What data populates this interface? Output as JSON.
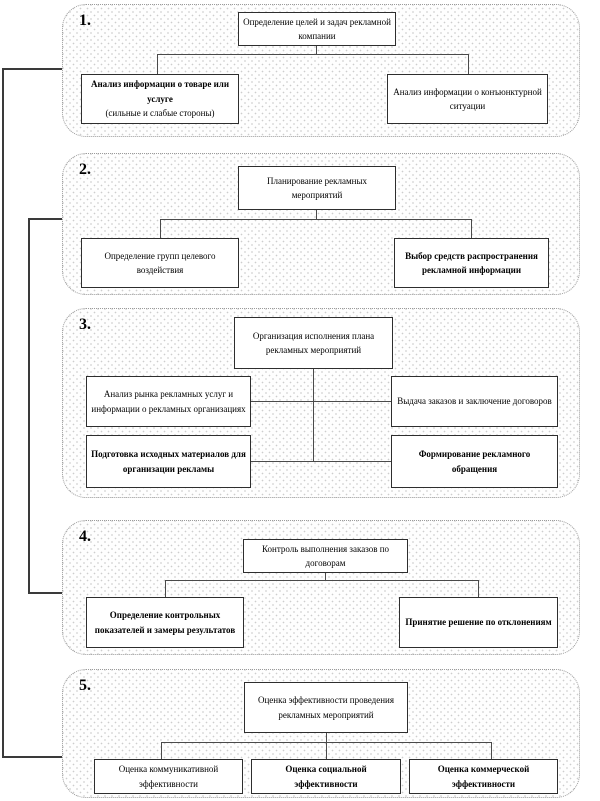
{
  "title": "Этапы рекламной кампании (блок-схема)",
  "colors": {
    "line": "#3a3a3a",
    "connector": "#4a4a4a",
    "box_border": "#2e2e2e",
    "container_border": "#9b9b9b",
    "stipple_dot": "#cdcdcd",
    "background": "#ffffff",
    "text": "#000000"
  },
  "stages": [
    {
      "number": "1.",
      "top_box": "Определение целей и задач рекламной компании",
      "children": [
        {
          "title": "Анализ информации о товаре или услуге",
          "subtitle": "(сильные и слабые стороны)"
        },
        {
          "title": "Анализ информации о конъюнктурной ситуации"
        }
      ]
    },
    {
      "number": "2.",
      "top_box": "Планирование рекламных мероприятий",
      "children": [
        {
          "title": "Определение групп целевого воздействия"
        },
        {
          "title": "Выбор средств распространения рекламной информации"
        }
      ]
    },
    {
      "number": "3.",
      "top_box": "Организация исполнения плана рекламных мероприятий",
      "children": [
        {
          "title": "Анализ рынка рекламных услуг и информации о рекламных организациях"
        },
        {
          "title": "Выдача заказов и заключение договоров"
        },
        {
          "title": "Подготовка исходных материалов для организации рекламы"
        },
        {
          "title": "Формирование рекламного обращения"
        }
      ]
    },
    {
      "number": "4.",
      "top_box": "Контроль выполнения заказов по договорам",
      "children": [
        {
          "title": "Определение контрольных показателей и замеры результатов"
        },
        {
          "title": "Принятие решение по отклонениям"
        }
      ]
    },
    {
      "number": "5.",
      "top_box": "Оценка эффективности проведения рекламных мероприятий",
      "children": [
        {
          "title": "Оценка коммуникативной эффективности"
        },
        {
          "title": "Оценка социальной эффективности"
        },
        {
          "title": "Оценка коммерческой эффективности"
        }
      ]
    }
  ]
}
